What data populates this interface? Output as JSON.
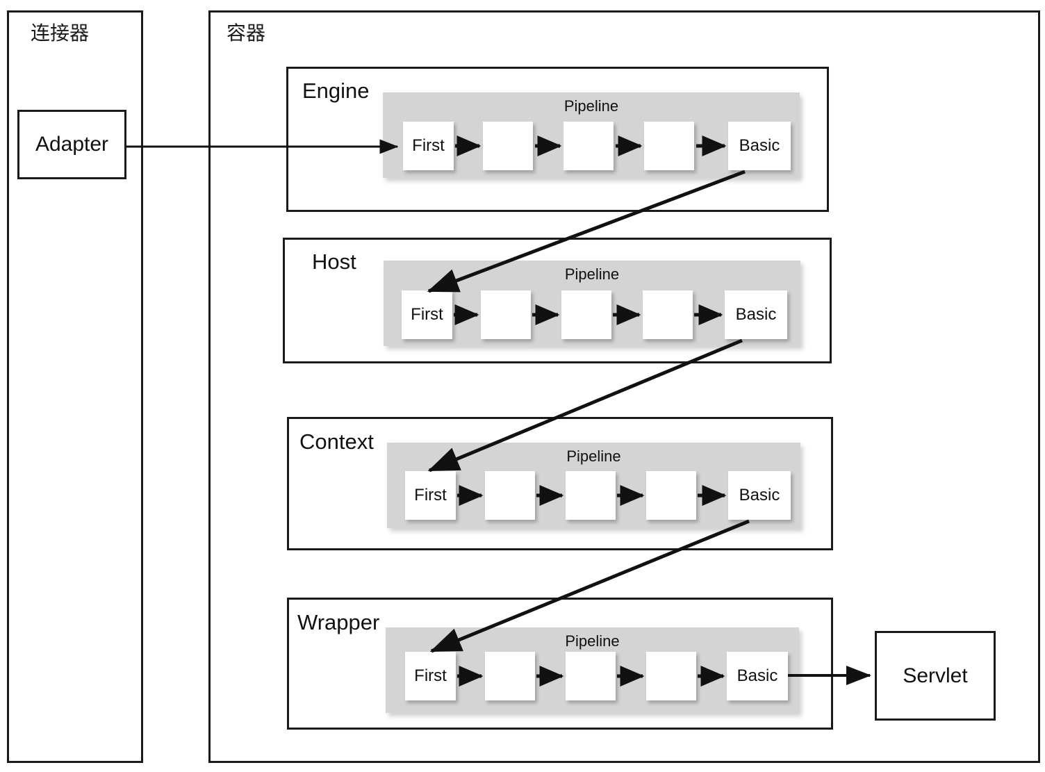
{
  "diagram": {
    "title_connector": "连接器",
    "title_container": "容器",
    "adapter_label": "Adapter",
    "servlet_label": "Servlet",
    "pipeline_label": "Pipeline",
    "node_first": "First",
    "node_basic": "Basic",
    "node_blank": "",
    "sections": [
      {
        "name": "Engine",
        "pipeline": {
          "label": "Pipeline",
          "nodes": [
            "First",
            "",
            "",
            "",
            "Basic"
          ]
        }
      },
      {
        "name": "Host",
        "pipeline": {
          "label": "Pipeline",
          "nodes": [
            "First",
            "",
            "",
            "",
            "Basic"
          ]
        }
      },
      {
        "name": "Context",
        "pipeline": {
          "label": "Pipeline",
          "nodes": [
            "First",
            "",
            "",
            "",
            "Basic"
          ]
        }
      },
      {
        "name": "Wrapper",
        "pipeline": {
          "label": "Pipeline",
          "nodes": [
            "First",
            "",
            "",
            "",
            "Basic"
          ]
        }
      }
    ],
    "colors": {
      "stroke": "#1a1a1a",
      "pipeline_fill": "#d4d4d4",
      "node_fill": "#ffffff",
      "background": "#ffffff"
    }
  }
}
